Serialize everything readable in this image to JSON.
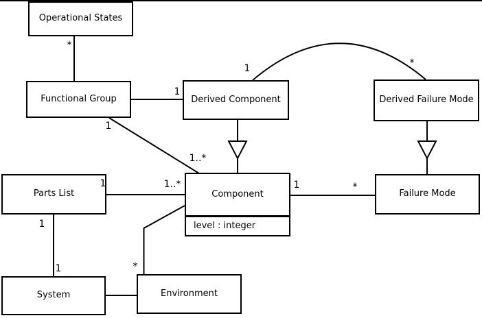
{
  "diagram": {
    "kind": "uml-class-diagram",
    "colors": {
      "background": "#ffffff",
      "line": "#000000",
      "text": "#000000",
      "box_fill": "#ffffff"
    },
    "nodes": {
      "operational_states": {
        "label": "Operational States"
      },
      "functional_group": {
        "label": "Functional Group"
      },
      "derived_component": {
        "label": "Derived Component"
      },
      "derived_failure_mode": {
        "label": "Derived Failure Mode"
      },
      "parts_list": {
        "label": "Parts List"
      },
      "component": {
        "label": "Component",
        "attribute": "level : integer"
      },
      "failure_mode": {
        "label": "Failure Mode"
      },
      "system": {
        "label": "System"
      },
      "environment": {
        "label": "Environment"
      }
    },
    "multiplicities": [
      {
        "text": "*"
      },
      {
        "text": "1"
      },
      {
        "text": "1"
      },
      {
        "text": "1..*"
      },
      {
        "text": "1"
      },
      {
        "text": "*"
      },
      {
        "text": "1"
      },
      {
        "text": "1..*"
      },
      {
        "text": "1"
      },
      {
        "text": "*"
      },
      {
        "text": "1"
      },
      {
        "text": "1"
      },
      {
        "text": "*"
      }
    ],
    "edges": [
      {
        "from": "Operational States",
        "to": "Functional Group",
        "type": "association",
        "from_multiplicity": "*"
      },
      {
        "from": "Functional Group",
        "to": "Derived Component",
        "type": "association",
        "to_multiplicity": "1"
      },
      {
        "from": "Functional Group",
        "to": "Component",
        "type": "association",
        "from_multiplicity": "1",
        "to_multiplicity": "1..*"
      },
      {
        "from": "Derived Component",
        "to": "Derived Failure Mode",
        "type": "association-arc",
        "from_multiplicity": "1",
        "to_multiplicity": "*"
      },
      {
        "from": "Derived Component",
        "to": "Component",
        "type": "generalization"
      },
      {
        "from": "Derived Failure Mode",
        "to": "Failure Mode",
        "type": "generalization"
      },
      {
        "from": "Parts List",
        "to": "Component",
        "type": "association",
        "from_multiplicity": "1",
        "to_multiplicity": "1..*"
      },
      {
        "from": "Component",
        "to": "Failure Mode",
        "type": "association",
        "from_multiplicity": "1",
        "to_multiplicity": "*"
      },
      {
        "from": "Parts List",
        "to": "System",
        "type": "association",
        "from_multiplicity": "1",
        "to_multiplicity": "1"
      },
      {
        "from": "System",
        "to": "Environment",
        "type": "association"
      },
      {
        "from": "Environment",
        "to": "Component",
        "type": "association",
        "from_multiplicity": "*"
      }
    ]
  }
}
